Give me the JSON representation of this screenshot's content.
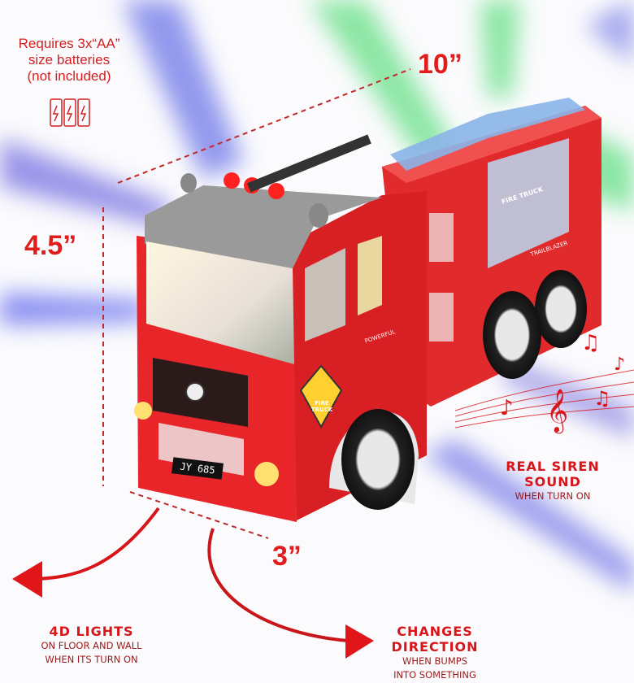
{
  "battery_note": {
    "line1": "Requires 3x“AA”",
    "line2": "size batteries",
    "line3": "(not included)",
    "icon": "battery-icon"
  },
  "dimensions": {
    "length": "10”",
    "height": "4.5”",
    "width": "3”"
  },
  "truck": {
    "plate": "JY 685",
    "badge": "FIRE TRUCK",
    "side_label": "FIRE TRUCK",
    "door_label": "POWERFUL",
    "body_label": "TRAILBLAZER"
  },
  "features": {
    "siren": {
      "title_line1": "REAL SIREN",
      "title_line2": "SOUND",
      "subtitle": "WHEN TURN ON",
      "icon": "music-notes-icon"
    },
    "lights": {
      "title": "4D LIGHTS",
      "subtitle_line1": "ON FLOOR AND WALL",
      "subtitle_line2": "WHEN ITS TURN ON"
    },
    "direction": {
      "title_line1": "CHANGES",
      "title_line2": "DIRECTION",
      "subtitle_line1": "WHEN BUMPS",
      "subtitle_line2": "INTO SOMETHING"
    }
  },
  "colors": {
    "accent": "#d8161a",
    "truck_red": "#e8262a",
    "beam_blue": "#3a46e0",
    "beam_green": "#2fd65a"
  }
}
